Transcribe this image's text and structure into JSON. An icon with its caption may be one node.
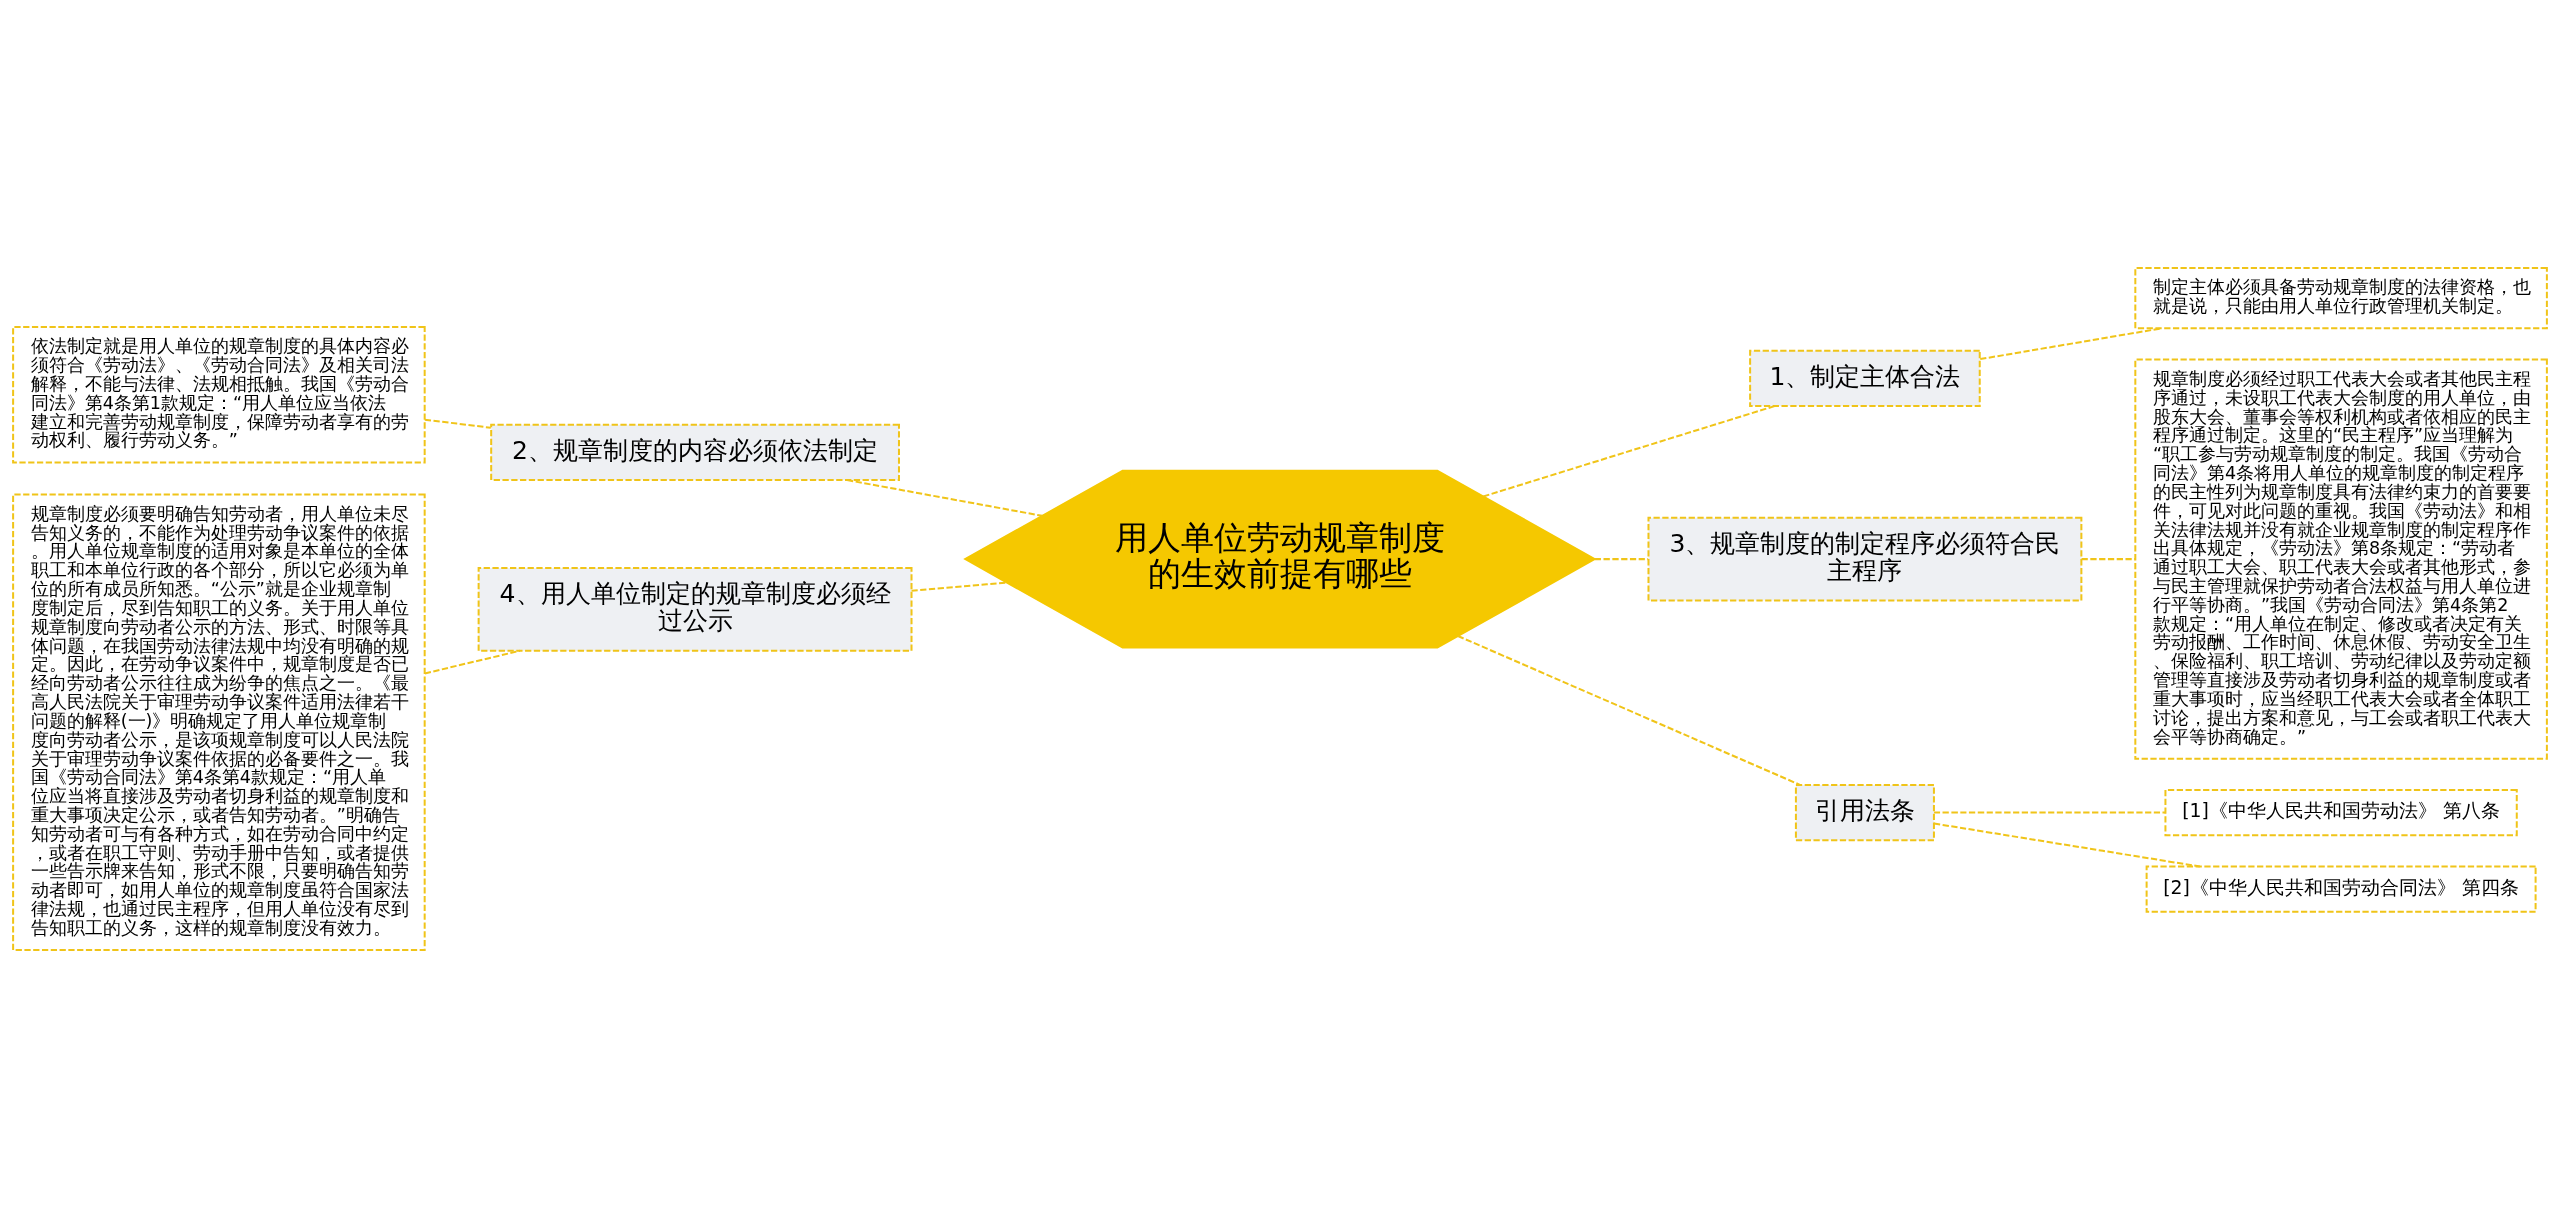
{
  "diagram": {
    "nodes": [
      {
        "text": [
          "用人单位劳动规章制度的生效前提有哪些"
        ]
      },
      {
        "text": [
          "1、制定主体合法"
        ]
      },
      {
        "text": [
          "制定主体必须具备劳动规章制度的法律资格，也就是说，只能由用人单位行政管理机关制定。"
        ]
      },
      {
        "text": [
          "2、规章制度的内容必须依法制定"
        ]
      },
      {
        "text": [
          "依法制定就是用人单位的规章制度的具体内容必须符合《劳动法》、《劳动合同法》及相关司法解释，不能与法律、法规相抵触。我国《劳动合同法》第4条第1款规定：“用人单位应当依法建立和完善劳动规章制度，保障劳动者享有的劳动权利、履行劳动义务。”"
        ]
      },
      {
        "text": [
          "3、规章制度的制定程序必须符合民主程序"
        ]
      },
      {
        "text": [
          "规章制度必须经过职工代表大会或者其他民主程序通过，未设职工代表大会制度的用人单位，由股东大会、董事会等权利机构或者依相应的民主程序通过制定。这里的“民主程序”应当理解为“职工参与劳动规章制度的制定。我国《劳动合同法》第4条将用人单位的规章制度的制定程序的民主性列为规章制度具有法律约束力的首要要件，可见对此问题的重视。我国《劳动法》和相关法律法规并没有就企业规章制度的制定程序作出具体规定，《劳动法》第8条规定：“劳动者通过职工大会、职工代表大会或者其他形式，参与民主管理就保护劳动者合法权益与用人单位进行平等协商。”我国《劳动合同法》第4条第2款规定：“用人单位在制定、修改或者决定有关劳动报酬、工作时间、休息休假、劳动安全卫生、保险福利、职工培训、劳动纪律以及劳动定额管理等直接涉及劳动者切身利益的规章制度或者重大事项时，应当经职工代表大会或者全体职工讨论，提出方案和意见，与工会或者职工代表大会平等协商确定。”"
        ]
      },
      {
        "text": [
          "4、用人单位制定的规章制度必须经过公示"
        ]
      },
      {
        "text": [
          "规章制度必须要明确告知劳动者，用人单位未尽告知义务的，不能作为处理劳动争议案件的依据。用人单位规章制度的适用对象是本单位的全体职工和本单位行政的各个部分，所以它必须为单位的所有成员所知悉。“公示”就是企业规章制度制定后，尽到告知职工的义务。关于用人单位规章制度向劳动者公示的方法、形式、时限等具体问题，在我国劳动法律法规中均没有明确的规定。因此，在劳动争议案件中，规章制度是否已经向劳动者公示往往成为纷争的焦点之一。《最高人民法院关于审理劳动争议案件适用法律若干问题的解释(一)》明确规定了用人单位规章制度向劳动者公示，是该项规章制度可以人民法院关于审理劳动争议案件依据的必备要件之一。我国《劳动合同法》第4条第4款规定：“用人单位应当将直接涉及劳动者切身利益的规章制度和重大事项决定公示，或者告知劳动者。”明确告知劳动者可与有各种方式，如在劳动合同中约定，或者在职工守则、劳动手册中告知，或者提供一些告示牌来告知，形式不限，只要明确告知劳动者即可，如用人单位的规章制度虽符合国家法律法规，也通过民主程序，但用人单位没有尽到告知职工的义务，这样的规章制度没有效力。"
        ]
      },
      {
        "text": [
          "引用法条"
        ]
      },
      {
        "text": [
          "[1]《中华人民共和国劳动法》 第八条"
        ]
      },
      {
        "text": [
          "[2]《中华人民共和国劳动合同法》 第四条"
        ]
      }
    ],
    "edges": [
      {
        "from": 0,
        "to": 1,
        "arrow": "none"
      },
      {
        "from": 1,
        "to": 2,
        "arrow": "none"
      },
      {
        "from": 0,
        "to": 3,
        "arrow": "none"
      },
      {
        "from": 3,
        "to": 4,
        "arrow": "none"
      },
      {
        "from": 0,
        "to": 5,
        "arrow": "none"
      },
      {
        "from": 5,
        "to": 6,
        "arrow": "none"
      },
      {
        "from": 0,
        "to": 7,
        "arrow": "none"
      },
      {
        "from": 7,
        "to": 8,
        "arrow": "none"
      },
      {
        "from": 0,
        "to": 9,
        "arrow": "none"
      },
      {
        "from": 9,
        "to": 10,
        "arrow": "none"
      },
      {
        "from": 9,
        "to": 11,
        "arrow": "none"
      }
    ]
  }
}
